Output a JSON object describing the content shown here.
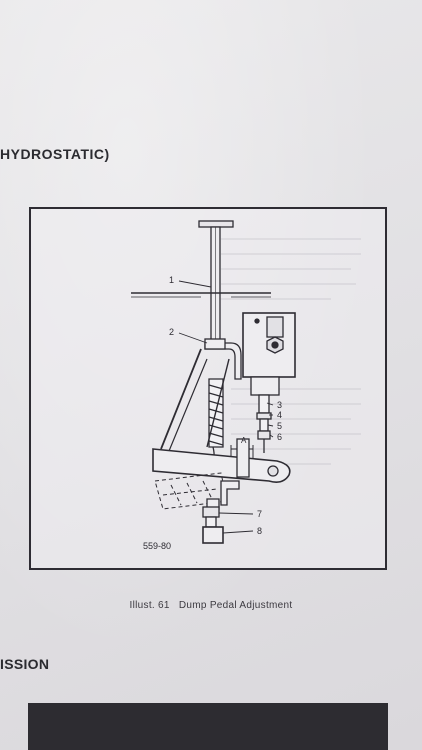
{
  "page": {
    "header_fragment": "HYDROSTATIC)",
    "section_heading": "ISSION"
  },
  "figure": {
    "drawing_number": "559-80",
    "callouts": [
      "1",
      "2",
      "3",
      "4",
      "5",
      "6",
      "7",
      "8"
    ],
    "dimension_label": "A",
    "caption_prefix": "Illust. 61",
    "caption_title": "Dump Pedal Adjustment"
  },
  "colors": {
    "paper": "#e4e3e6",
    "ink": "#2e2c33",
    "dark_block": "#2d2c31"
  }
}
